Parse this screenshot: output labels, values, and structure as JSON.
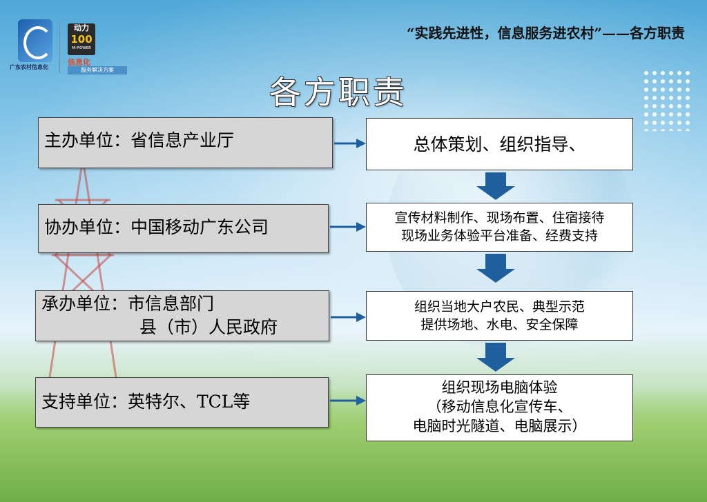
{
  "header": {
    "title_line": "“实践先进性，信息服务进农村”——各方职责"
  },
  "logo": {
    "org_name": "广东农村信息化",
    "badge_top": "动力",
    "badge_number": "100",
    "badge_small": "M-POWER",
    "badge_title": "信息化",
    "badge_bar": "服务解决方案"
  },
  "main_title": "各方职责",
  "rows": [
    {
      "unit": [
        "主办单位：省信息产业厅"
      ],
      "duty": [
        "总体策划、组织指导、"
      ]
    },
    {
      "unit": [
        "协办单位：中国移动广东公司"
      ],
      "duty": [
        "宣传材料制作、现场布置、住宿接待",
        "现场业务体验平台准备、经费支持"
      ]
    },
    {
      "unit": [
        "承办单位：市信息部门",
        "县（市）人民政府"
      ],
      "duty": [
        "组织当地大户农民、典型示范",
        "提供场地、水电、安全保障"
      ]
    },
    {
      "unit": [
        "支持单位：英特尔、TCL等"
      ],
      "duty": [
        "组织现场电脑体验",
        "（移动信息化宣传车、",
        "电脑时光隧道、电脑展示）"
      ]
    }
  ],
  "colors": {
    "arrow_blue": "#1f5f9e",
    "unit_box_fill": "#d6d6d6",
    "duty_box_fill": "#ffffff"
  }
}
